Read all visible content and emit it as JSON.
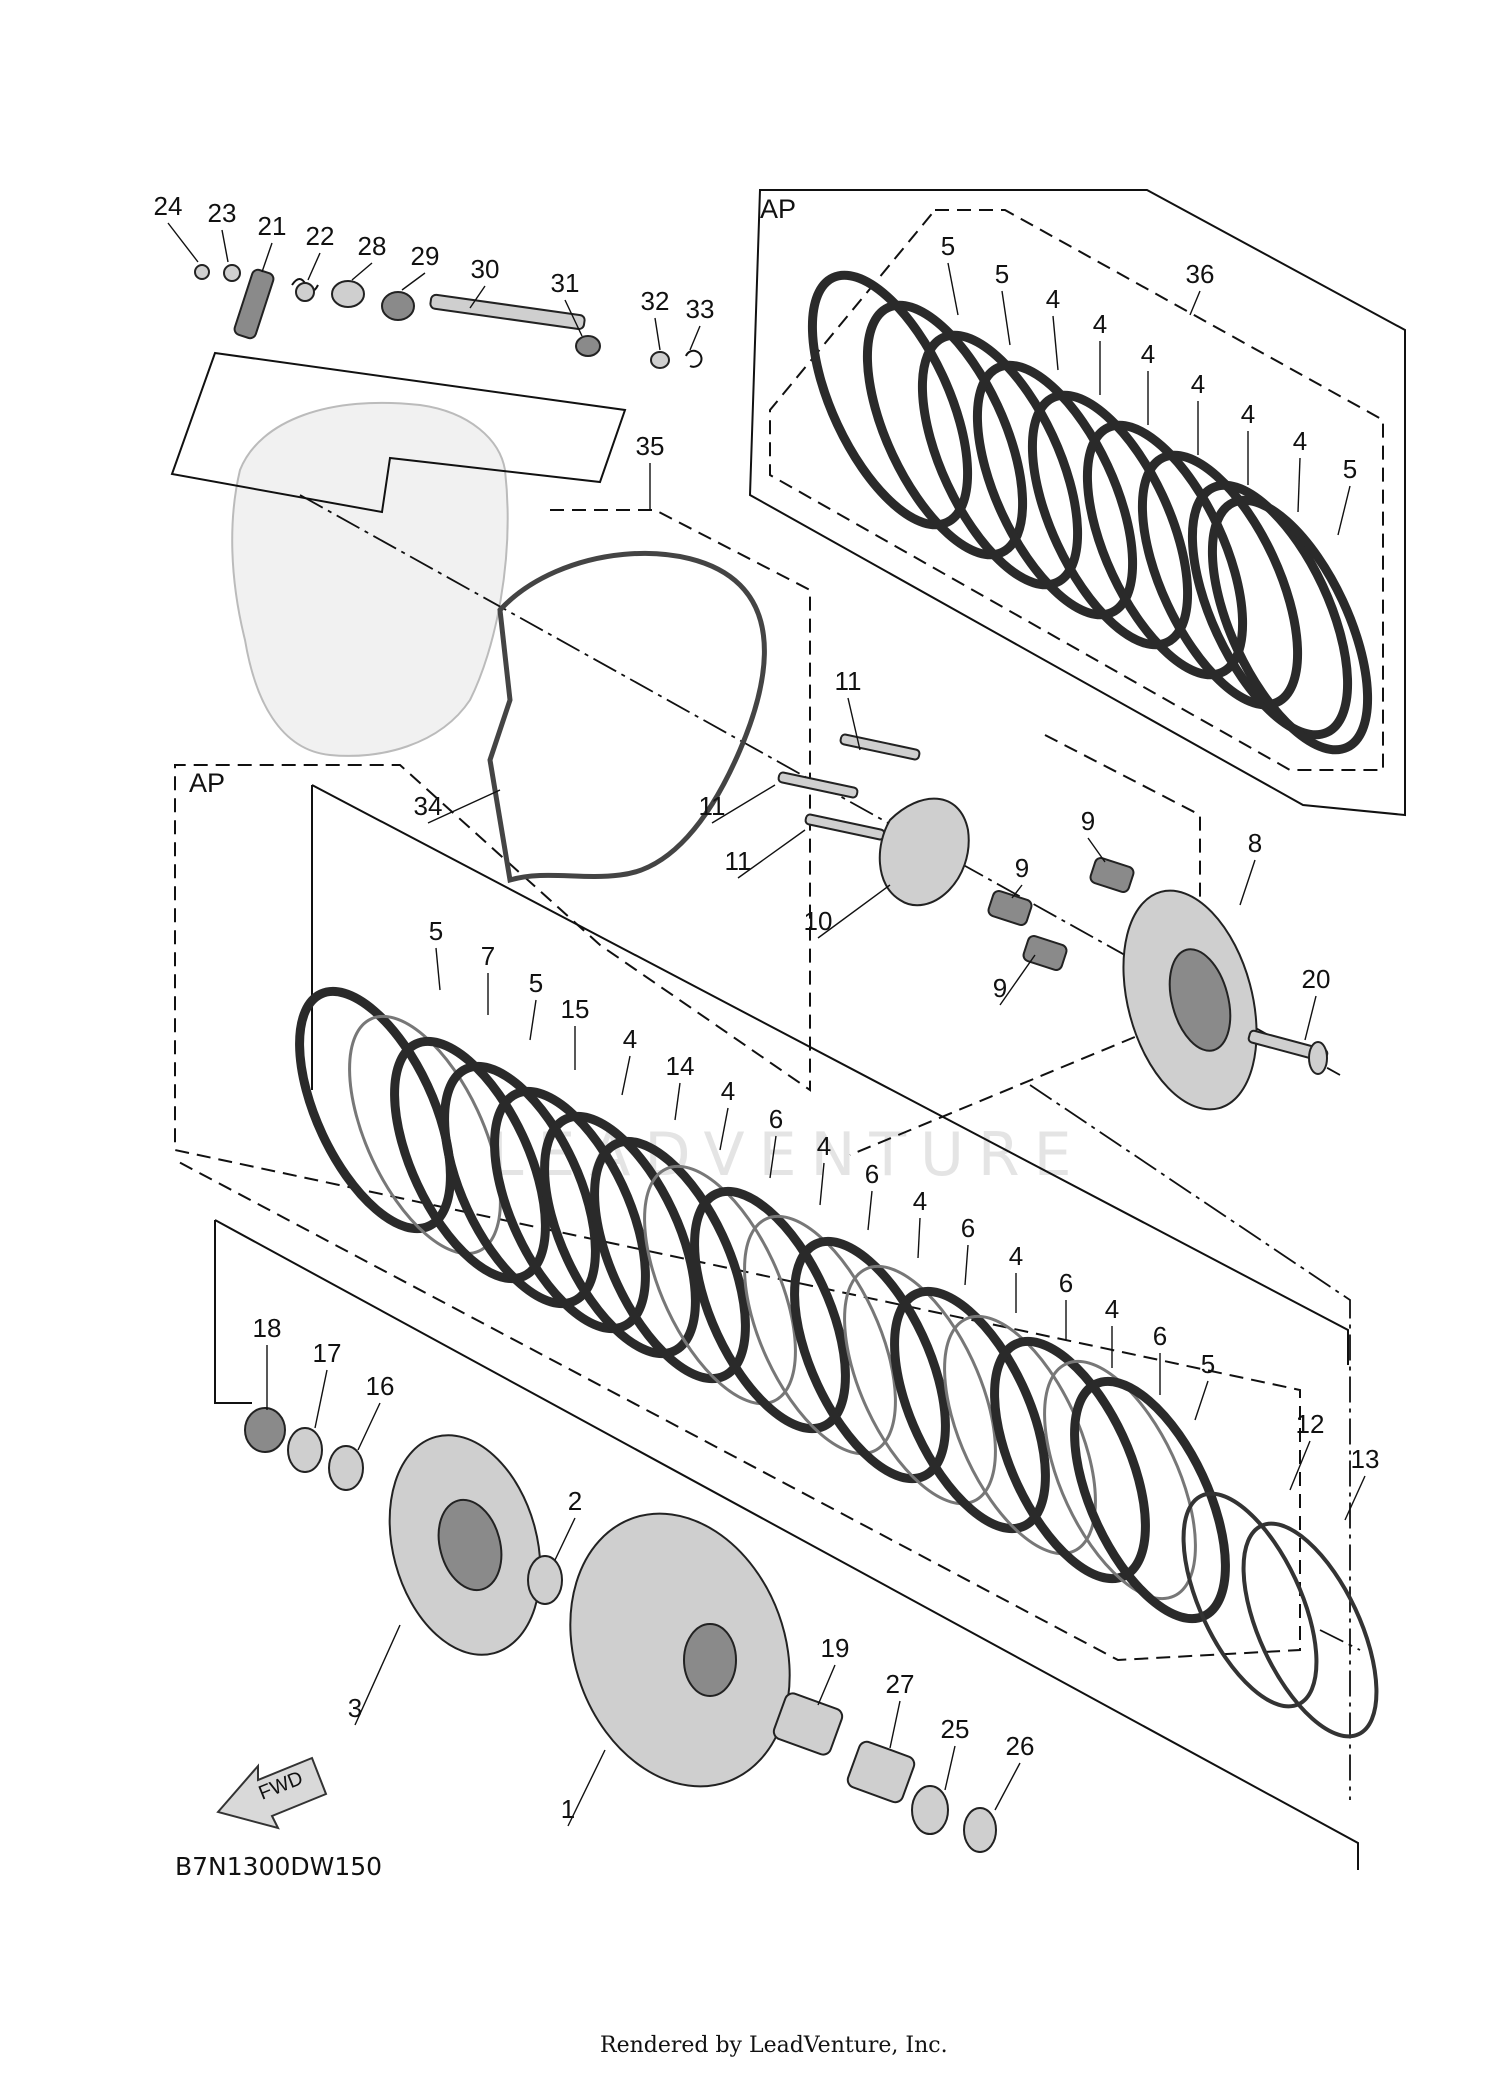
{
  "diagram_code": "B7N1300DW150",
  "footer": "Rendered by LeadVenture, Inc.",
  "watermark": "LEADVENTURE",
  "kit_label_top": "AP",
  "kit_label_bottom": "AP",
  "fwd_label": "FWD",
  "callouts": [
    {
      "id": "c24",
      "label": "24"
    },
    {
      "id": "c23",
      "label": "23"
    },
    {
      "id": "c21",
      "label": "21"
    },
    {
      "id": "c22",
      "label": "22"
    },
    {
      "id": "c28",
      "label": "28"
    },
    {
      "id": "c29",
      "label": "29"
    },
    {
      "id": "c30",
      "label": "30"
    },
    {
      "id": "c31",
      "label": "31"
    },
    {
      "id": "c32",
      "label": "32"
    },
    {
      "id": "c33",
      "label": "33"
    },
    {
      "id": "c35",
      "label": "35"
    },
    {
      "id": "c34",
      "label": "34"
    },
    {
      "id": "c36",
      "label": "36"
    },
    {
      "id": "t5a",
      "label": "5"
    },
    {
      "id": "t5b",
      "label": "5"
    },
    {
      "id": "t4a",
      "label": "4"
    },
    {
      "id": "t4b",
      "label": "4"
    },
    {
      "id": "t4c",
      "label": "4"
    },
    {
      "id": "t4d",
      "label": "4"
    },
    {
      "id": "t4e",
      "label": "4"
    },
    {
      "id": "t4f",
      "label": "4"
    },
    {
      "id": "t5c",
      "label": "5"
    },
    {
      "id": "c11a",
      "label": "11"
    },
    {
      "id": "c11b",
      "label": "11"
    },
    {
      "id": "c11c",
      "label": "11"
    },
    {
      "id": "c10",
      "label": "10"
    },
    {
      "id": "c9a",
      "label": "9"
    },
    {
      "id": "c9b",
      "label": "9"
    },
    {
      "id": "c9c",
      "label": "9"
    },
    {
      "id": "c8",
      "label": "8"
    },
    {
      "id": "c20",
      "label": "20"
    },
    {
      "id": "b5a",
      "label": "5"
    },
    {
      "id": "b7",
      "label": "7"
    },
    {
      "id": "b5b",
      "label": "5"
    },
    {
      "id": "b15",
      "label": "15"
    },
    {
      "id": "b4a",
      "label": "4"
    },
    {
      "id": "b14",
      "label": "14"
    },
    {
      "id": "b4b",
      "label": "4"
    },
    {
      "id": "b6a",
      "label": "6"
    },
    {
      "id": "b4c",
      "label": "4"
    },
    {
      "id": "b6b",
      "label": "6"
    },
    {
      "id": "b4d",
      "label": "4"
    },
    {
      "id": "b6c",
      "label": "6"
    },
    {
      "id": "b4e",
      "label": "4"
    },
    {
      "id": "b6d",
      "label": "6"
    },
    {
      "id": "b4f",
      "label": "4"
    },
    {
      "id": "b6e",
      "label": "6"
    },
    {
      "id": "b5c",
      "label": "5"
    },
    {
      "id": "c18",
      "label": "18"
    },
    {
      "id": "c17",
      "label": "17"
    },
    {
      "id": "c16",
      "label": "16"
    },
    {
      "id": "c2",
      "label": "2"
    },
    {
      "id": "c3",
      "label": "3"
    },
    {
      "id": "c1",
      "label": "1"
    },
    {
      "id": "c19",
      "label": "19"
    },
    {
      "id": "c27",
      "label": "27"
    },
    {
      "id": "c25",
      "label": "25"
    },
    {
      "id": "c26",
      "label": "26"
    },
    {
      "id": "c12",
      "label": "12"
    },
    {
      "id": "c13",
      "label": "13"
    }
  ]
}
